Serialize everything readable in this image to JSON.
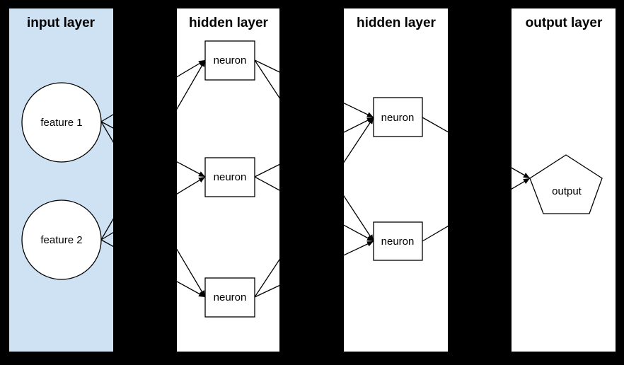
{
  "diagram": {
    "title": "neural network layers diagram",
    "background_color": "#000000",
    "node_fill_color": "#ffffff",
    "edge_color": "#000000",
    "layers": [
      {
        "title": "input layer",
        "panel_color": "#cfe2f3",
        "nodes": [
          {
            "label": "feature 1",
            "shape": "circle"
          },
          {
            "label": "feature 2",
            "shape": "circle"
          }
        ]
      },
      {
        "title": "hidden layer",
        "panel_color": "#ffffff",
        "nodes": [
          {
            "label": "neuron",
            "shape": "rectangle"
          },
          {
            "label": "neuron",
            "shape": "rectangle"
          },
          {
            "label": "neuron",
            "shape": "rectangle"
          }
        ]
      },
      {
        "title": "hidden layer",
        "panel_color": "#ffffff",
        "nodes": [
          {
            "label": "neuron",
            "shape": "rectangle"
          },
          {
            "label": "neuron",
            "shape": "rectangle"
          }
        ]
      },
      {
        "title": "output layer",
        "panel_color": "#ffffff",
        "nodes": [
          {
            "label": "output",
            "shape": "pentagon"
          }
        ]
      }
    ],
    "connections": [
      {
        "from": "input layer / feature 1",
        "to": "hidden layer 1 / neuron 1"
      },
      {
        "from": "input layer / feature 1",
        "to": "hidden layer 1 / neuron 2"
      },
      {
        "from": "input layer / feature 1",
        "to": "hidden layer 1 / neuron 3"
      },
      {
        "from": "input layer / feature 2",
        "to": "hidden layer 1 / neuron 1"
      },
      {
        "from": "input layer / feature 2",
        "to": "hidden layer 1 / neuron 2"
      },
      {
        "from": "input layer / feature 2",
        "to": "hidden layer 1 / neuron 3"
      },
      {
        "from": "hidden layer 1 / neuron 1",
        "to": "hidden layer 2 / neuron 1"
      },
      {
        "from": "hidden layer 1 / neuron 1",
        "to": "hidden layer 2 / neuron 2"
      },
      {
        "from": "hidden layer 1 / neuron 2",
        "to": "hidden layer 2 / neuron 1"
      },
      {
        "from": "hidden layer 1 / neuron 2",
        "to": "hidden layer 2 / neuron 2"
      },
      {
        "from": "hidden layer 1 / neuron 3",
        "to": "hidden layer 2 / neuron 1"
      },
      {
        "from": "hidden layer 1 / neuron 3",
        "to": "hidden layer 2 / neuron 2"
      },
      {
        "from": "hidden layer 2 / neuron 1",
        "to": "output layer / output"
      },
      {
        "from": "hidden layer 2 / neuron 2",
        "to": "output layer / output"
      }
    ]
  }
}
